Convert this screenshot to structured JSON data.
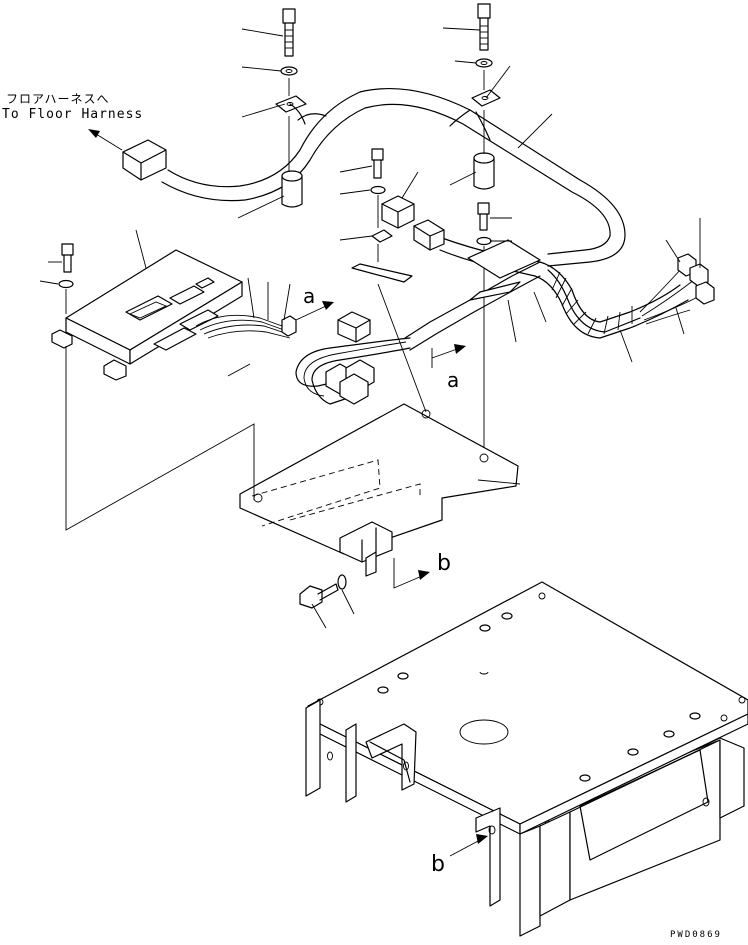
{
  "labels": {
    "to_floor_harness_jp": "フロアハーネスへ",
    "to_floor_harness_en": "To Floor Harness",
    "view_a_upper": "a",
    "view_a_lower": "a",
    "view_b_upper": "b",
    "view_b_lower": "b",
    "drawing_code": "PWD0869"
  }
}
